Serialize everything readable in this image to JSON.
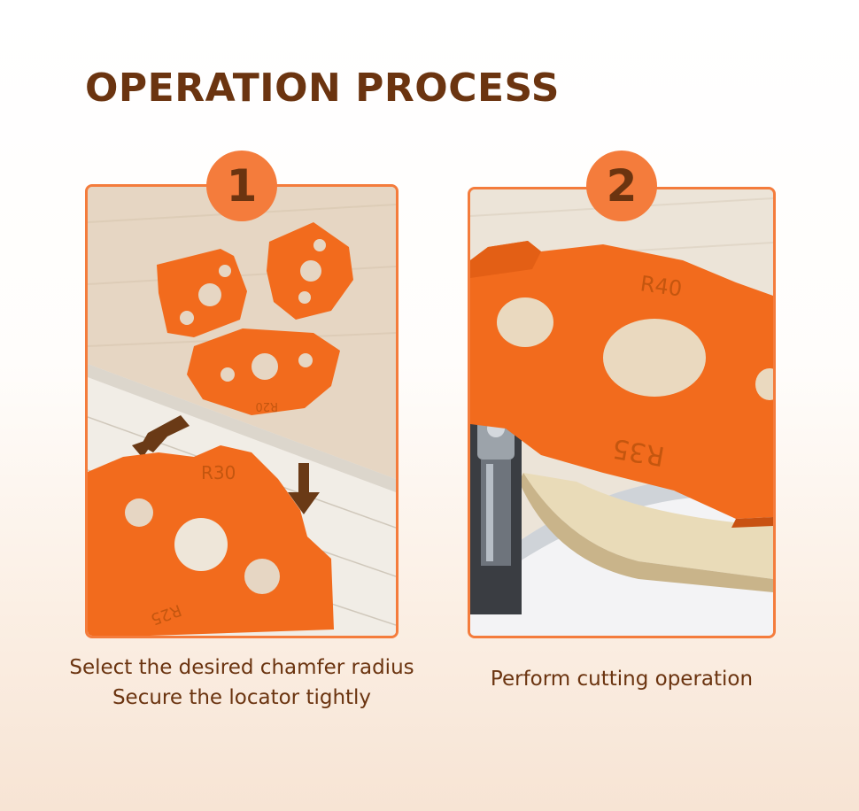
{
  "title": "OPERATION PROCESS",
  "steps": [
    {
      "number": "1",
      "caption_lines": [
        "Select the desired chamfer radius",
        "Secure the locator tightly"
      ],
      "locator_labels": [
        "R20",
        "R30",
        "R25"
      ]
    },
    {
      "number": "2",
      "caption_lines": [
        "Perform cutting operation"
      ],
      "locator_labels": [
        "R40",
        "R35"
      ]
    }
  ],
  "colors": {
    "accent": "#f47c3c",
    "title_brown": "#6b3410",
    "locator_orange": "#f26b1d"
  }
}
